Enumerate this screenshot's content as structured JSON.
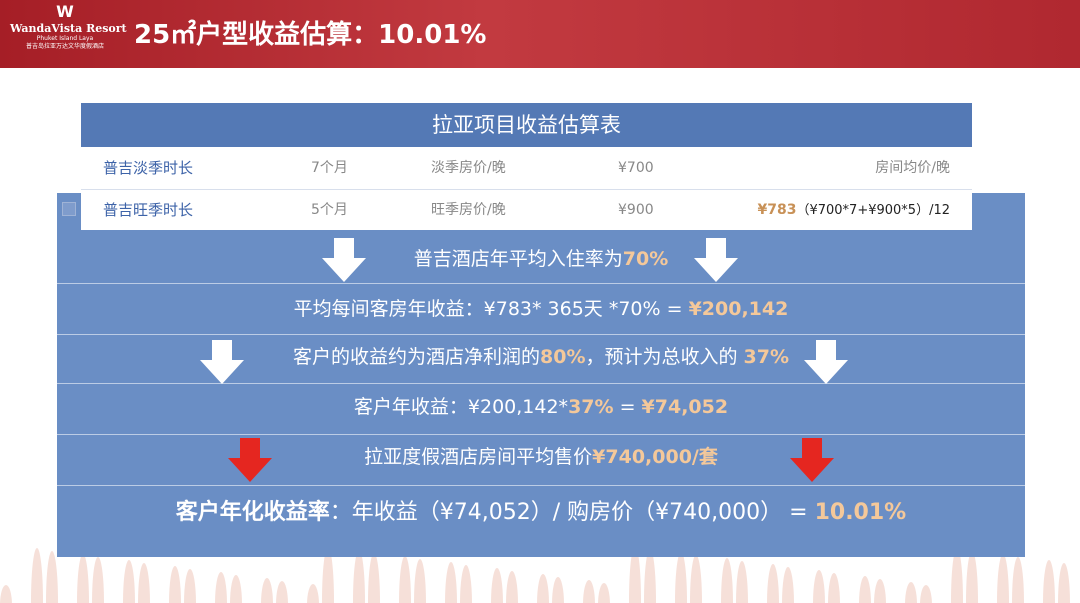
{
  "header": {
    "logo_mark": "W",
    "brand": "WandaVista Resort",
    "brand_sub1": "Phuket Island Laya",
    "brand_sub2": "普吉岛拉亚万达文华度假酒店",
    "title": "25㎡户型收益估算：10.01%"
  },
  "table": {
    "title": "拉亚项目收益估算表",
    "row1": {
      "label": "普吉淡季时长",
      "duration": "7个月",
      "price_label": "淡季房价/晚",
      "price": "¥700",
      "avg_label": "房间均价/晚"
    },
    "row2": {
      "label": "普吉旺季时长",
      "duration": "5个月",
      "price_label": "旺季房价/晚",
      "price": "¥900",
      "avg_value": "¥783",
      "formula": "（¥700*7+¥900*5）/12"
    }
  },
  "steps": {
    "occupancy_text": "普吉酒店年平均入住率为",
    "occupancy_value": "70%",
    "annual_text": "平均每间客房年收益：¥783* 365天 *70% = ",
    "annual_value": "¥200,142",
    "profit_text1": "客户的收益约为酒店净利润的",
    "profit_value1": "80%",
    "profit_text2": "，预计为总收入的 ",
    "profit_value2": "37%",
    "client_text": "客户年收益：¥200,142*",
    "client_pct": "37%",
    "client_eq": " = ",
    "client_value": "¥74,052",
    "price_text": "拉亚度假酒店房间平均售价",
    "price_value": "¥740,000/套",
    "rate_lead": "客户年化收益率",
    "rate_text": "：年收益（¥74,052）/ 购房价（¥740,000） = ",
    "rate_value": "10.01%"
  },
  "colors": {
    "header_red": "#b5242c",
    "panel_blue": "#6a8ec5",
    "title_blue": "#5479b5",
    "highlight": "#f4c89a",
    "arrow_red": "#e52620"
  },
  "icons": {
    "down_arrow_white": "down-arrow-icon",
    "down_arrow_red": "down-arrow-icon"
  }
}
